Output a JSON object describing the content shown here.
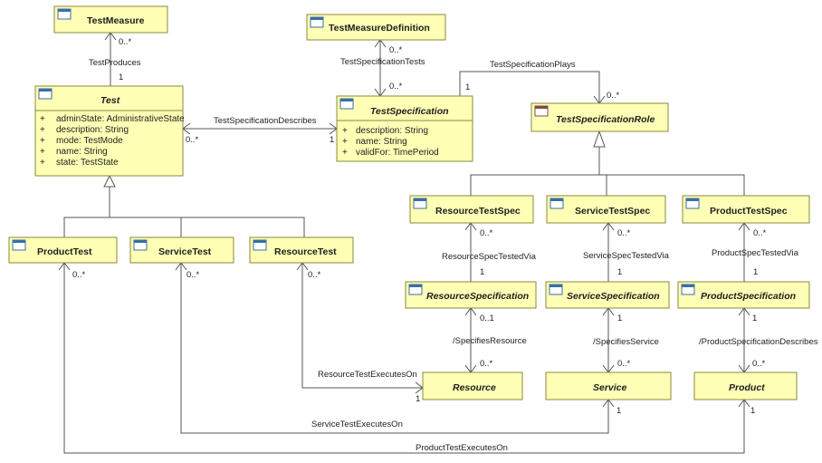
{
  "classes": {
    "test_measure": {
      "name": "TestMeasure"
    },
    "test_measure_definition": {
      "name": "TestMeasureDefinition"
    },
    "test": {
      "name": "Test",
      "attributes": [
        "adminState: AdministrativeState",
        "description: String",
        "mode: TestMode",
        "name: String",
        "state: TestState"
      ]
    },
    "test_specification": {
      "name": "TestSpecification",
      "attributes": [
        "description: String",
        "name: String",
        "validFor: TimePeriod"
      ]
    },
    "test_specification_role": {
      "name": "TestSpecificationRole"
    },
    "product_test": {
      "name": "ProductTest"
    },
    "service_test": {
      "name": "ServiceTest"
    },
    "resource_test": {
      "name": "ResourceTest"
    },
    "resource_test_spec": {
      "name": "ResourceTestSpec"
    },
    "service_test_spec": {
      "name": "ServiceTestSpec"
    },
    "product_test_spec": {
      "name": "ProductTestSpec"
    },
    "resource_specification": {
      "name": "ResourceSpecification"
    },
    "service_specification": {
      "name": "ServiceSpecification"
    },
    "product_specification": {
      "name": "ProductSpecification"
    },
    "resource": {
      "name": "Resource"
    },
    "service": {
      "name": "Service"
    },
    "product": {
      "name": "Product"
    }
  },
  "visibility_marker": "+",
  "associations": {
    "test_produces": {
      "label": "TestProduces",
      "mult_source": "1",
      "mult_target": "0..*"
    },
    "test_specification_tests": {
      "label": "TestSpecificationTests",
      "mult_top": "0..*",
      "mult_bottom": "0..*"
    },
    "test_specification_plays": {
      "label": "TestSpecificationPlays",
      "mult_source": "1",
      "mult_target": "0..*"
    },
    "test_specification_describes": {
      "label": "TestSpecificationDescribes",
      "mult_test": "0..*",
      "mult_spec": "1"
    },
    "resource_spec_tested_via": {
      "label": "ResourceSpecTestedVia",
      "mult_top": "0..*",
      "mult_bottom": "1"
    },
    "service_spec_tested_via": {
      "label": "ServiceSpecTestedVia",
      "mult_top": "0..*",
      "mult_bottom": "1"
    },
    "product_spec_tested_via": {
      "label": "ProductSpecTestedVia",
      "mult_top": "0..*",
      "mult_bottom": "1"
    },
    "specifies_resource": {
      "label": "/SpecifiesResource",
      "mult_top": "0..1",
      "mult_bottom": "0..*"
    },
    "specifies_service": {
      "label": "/SpecifiesService",
      "mult_top": "1",
      "mult_bottom": "0..*"
    },
    "product_specification_describes": {
      "label": "/ProductSpecificationDescribes",
      "mult_top": "1",
      "mult_bottom": "0..*"
    },
    "resource_test_executes_on": {
      "label": "ResourceTestExecutesOn",
      "mult_test": "0..*",
      "mult_target": "1"
    },
    "service_test_executes_on": {
      "label": "ServiceTestExecutesOn",
      "mult_test": "0..*",
      "mult_target": "1"
    },
    "product_test_executes_on": {
      "label": "ProductTestExecutesOn",
      "mult_test": "0..*",
      "mult_target": "1"
    }
  }
}
